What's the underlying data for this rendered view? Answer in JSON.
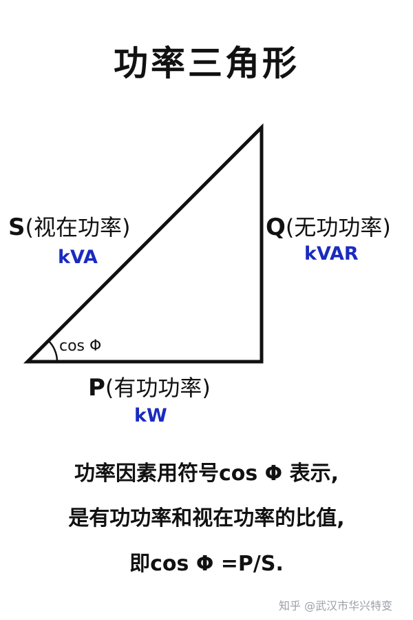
{
  "title": "功率三角形",
  "labels": {
    "S": {
      "letter": "S",
      "name": "(视在功率)",
      "unit": "kVA"
    },
    "Q": {
      "letter": "Q",
      "name": "(无功功率)",
      "unit": "kVAR"
    },
    "P": {
      "letter": "P",
      "name": "(有功功率)",
      "unit": "kW"
    },
    "angle": "cos Φ"
  },
  "description": [
    "功率因素用符号cos Φ 表示,",
    "是有功功率和视在功率的比值,",
    "即cos Φ =P/S."
  ],
  "watermark": "知乎 @武汉市华兴特变",
  "colors": {
    "unit": "#1a2bbf",
    "text": "#111111",
    "watermark": "#9aa0a8"
  }
}
